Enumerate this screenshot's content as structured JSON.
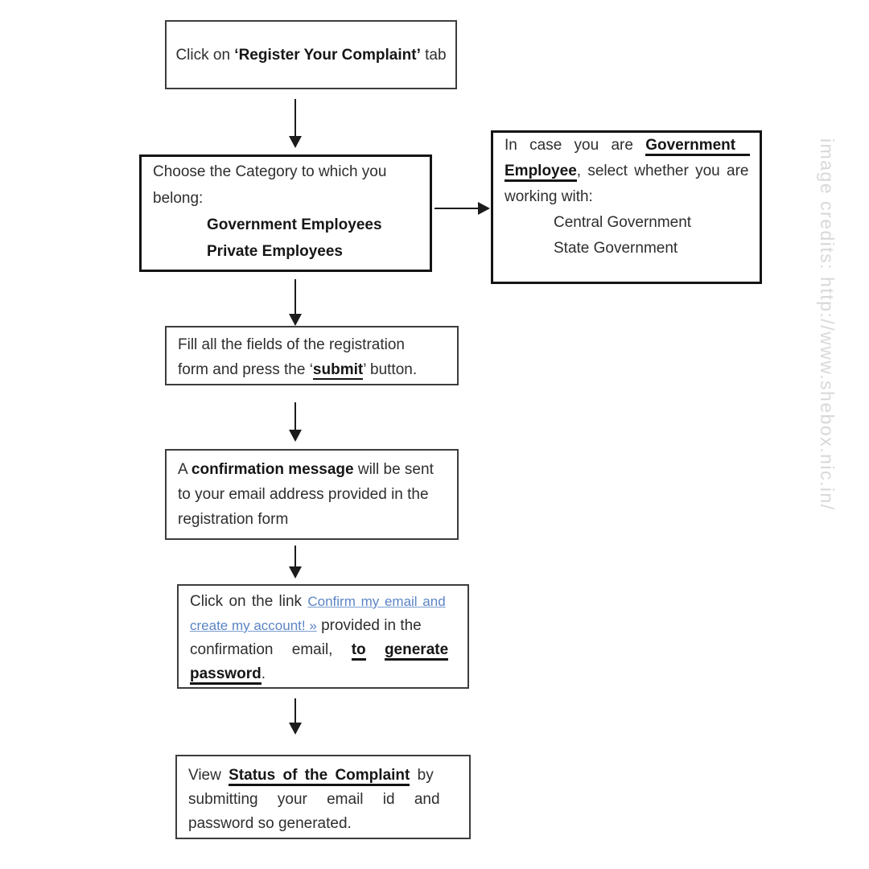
{
  "watermark": {
    "text": "image credits: http://www.shebox.nic.in/"
  },
  "colors": {
    "border_thick": "#141414",
    "border_thin": "#3d3d3d",
    "text": "#2e2e2e",
    "link_blue": "#5b84c4",
    "watermark_gray": "#d8d8d8"
  },
  "steps": {
    "step1": {
      "pre": "Click on ",
      "bold": "‘Register Your Complaint’",
      "post": " tab"
    },
    "step2": {
      "line1": "Choose the Category to which you",
      "line2": "belong:",
      "opt1": "Government Employees",
      "opt2": "Private Employees"
    },
    "note": {
      "l1_pre": "In case you are ",
      "l1_emph": "Government",
      "l2_emph": "Employee",
      "l2_post": ", select whether you are",
      "l3": "working with:",
      "opt1": "Central Government",
      "opt2": "State Government"
    },
    "step3": {
      "line1": "Fill all the fields of the registration",
      "l2_pre": "form and press the ‘",
      "l2_emph": "submit",
      "l2_post": "’ button."
    },
    "step4": {
      "l1_pre": "A ",
      "l1_bold": "confirmation message",
      "l1_post": " will be sent",
      "line2": "to your email address provided in the",
      "line3": "registration form"
    },
    "step5": {
      "l1_pre": "Click on the link ",
      "l1_link": "Confirm my email and",
      "l2_link": "create my account!  »",
      "l2_post": " provided in the",
      "l3_pre": "confirmation email,",
      "l3_u1": "to",
      "l3_u2": "generate",
      "l4_u": "password",
      "l4_post": "."
    },
    "step6": {
      "l1_pre": "View ",
      "l1_emph": "Status of the Complaint",
      "l1_post": " by",
      "line2": "submitting your email id and",
      "line3": "password so generated."
    }
  }
}
